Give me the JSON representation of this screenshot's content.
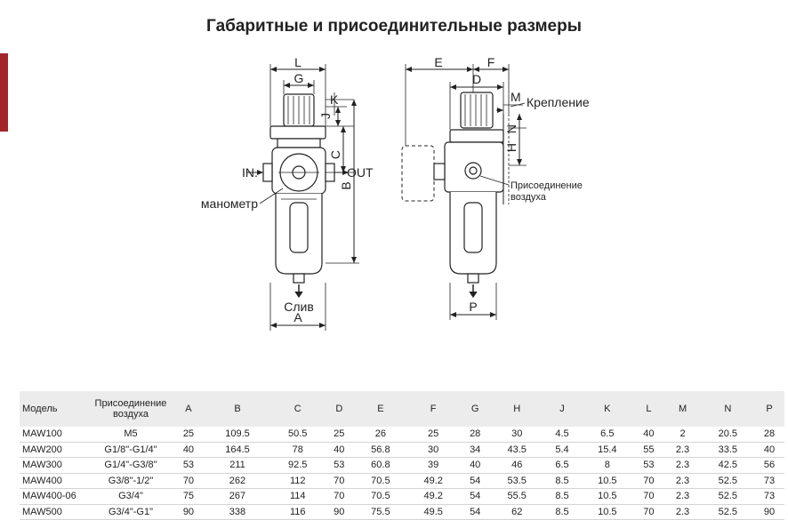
{
  "title": "Габаритные и присоединительные размеры",
  "drawing": {
    "left_view": {
      "dims": {
        "L": "L",
        "G": "G",
        "K": "K",
        "J": "J",
        "C": "C",
        "B": "B",
        "A": "A"
      },
      "labels": {
        "in": "IN.",
        "out": "OUT",
        "gauge": "манометр",
        "drain": "Слив"
      }
    },
    "right_view": {
      "dims": {
        "E": "E",
        "F": "F",
        "D": "D",
        "M": "M",
        "N": "N",
        "H": "H",
        "P": "P"
      },
      "labels": {
        "mount": "Крепление",
        "air_line1": "Присоединение",
        "air_line2": "воздуха"
      }
    }
  },
  "table": {
    "headers": [
      "Модель",
      "Присоединение воздуха",
      "A",
      "B",
      "C",
      "D",
      "E",
      "F",
      "G",
      "H",
      "J",
      "K",
      "L",
      "M",
      "N",
      "P"
    ],
    "rows": [
      [
        "MAW100",
        "M5",
        "25",
        "109.5",
        "50.5",
        "25",
        "26",
        "25",
        "28",
        "30",
        "4.5",
        "6.5",
        "40",
        "2",
        "20.5",
        "28"
      ],
      [
        "MAW200",
        "G1/8\"-G1/4\"",
        "40",
        "164.5",
        "78",
        "40",
        "56.8",
        "30",
        "34",
        "43.5",
        "5.4",
        "15.4",
        "55",
        "2.3",
        "33.5",
        "40"
      ],
      [
        "MAW300",
        "G1/4\"-G3/8\"",
        "53",
        "211",
        "92.5",
        "53",
        "60.8",
        "39",
        "40",
        "46",
        "6.5",
        "8",
        "53",
        "2.3",
        "42.5",
        "56"
      ],
      [
        "MAW400",
        "G3/8\"-1/2\"",
        "70",
        "262",
        "112",
        "70",
        "70.5",
        "49.2",
        "54",
        "53.5",
        "8.5",
        "10.5",
        "70",
        "2.3",
        "52.5",
        "73"
      ],
      [
        "MAW400-06",
        "G3/4\"",
        "75",
        "267",
        "114",
        "70",
        "70.5",
        "49.2",
        "54",
        "55.5",
        "8.5",
        "10.5",
        "70",
        "2.3",
        "52.5",
        "73"
      ],
      [
        "MAW500",
        "G3/4\"-G1\"",
        "90",
        "338",
        "116",
        "90",
        "75.5",
        "49.5",
        "54",
        "62",
        "8.5",
        "10.5",
        "70",
        "2.3",
        "52.5",
        "90"
      ]
    ]
  }
}
